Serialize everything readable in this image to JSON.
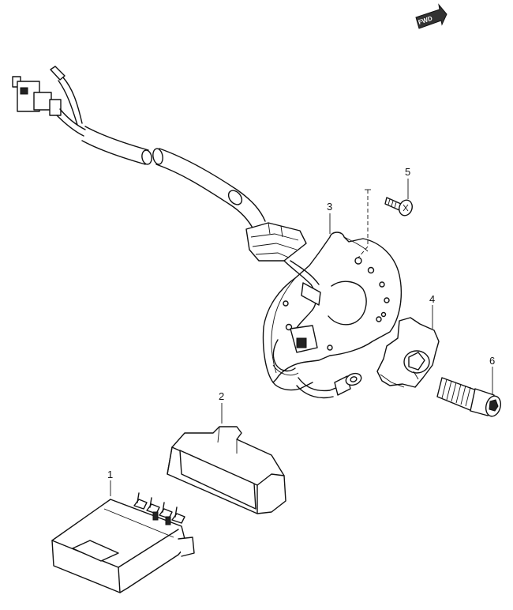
{
  "badge": {
    "text": "FWD"
  },
  "callouts": [
    {
      "id": "1",
      "label": "1"
    },
    {
      "id": "2",
      "label": "2"
    },
    {
      "id": "3",
      "label": "3"
    },
    {
      "id": "4",
      "label": "4"
    },
    {
      "id": "5",
      "label": "5"
    },
    {
      "id": "6",
      "label": "6"
    }
  ],
  "colors": {
    "line": "#111111",
    "background": "#ffffff"
  }
}
